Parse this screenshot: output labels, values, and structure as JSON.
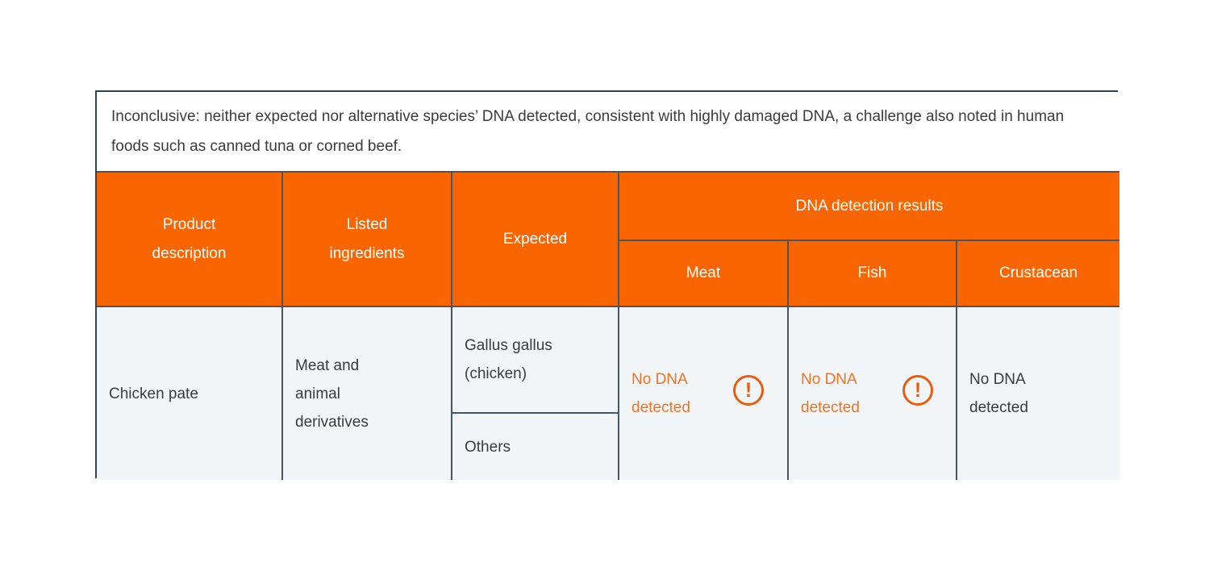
{
  "note": {
    "text": "Inconclusive: neither expected nor alternative species’ DNA detected, consistent with highly damaged DNA, a challenge also noted in human foods such as canned tuna or corned beef."
  },
  "header": {
    "product": "Product description",
    "ingredients": "Listed ingredients",
    "expected": "Expected",
    "dna_results": "DNA detection results",
    "meat": "Meat",
    "fish": "Fish",
    "crustacean": "Crustacean"
  },
  "row": {
    "product": "Chicken pate",
    "ingredients": "Meat and animal derivatives",
    "expected_primary": "Gallus gallus (chicken)",
    "expected_secondary": "Others",
    "meat": {
      "text": "No DNA detected",
      "warning": true
    },
    "fish": {
      "text": "No DNA detected",
      "warning": true
    },
    "crustacean": {
      "text": "No DNA detected",
      "warning": false
    }
  },
  "icons": {
    "warning_glyph": "!",
    "warning_name": "exclamation-circle-icon"
  },
  "colors": {
    "header_bg": "#f96500",
    "header_text": "#ffffff",
    "accent_text": "#f4711e",
    "icon_orange": "#e85c0c",
    "border_inner": "#475664",
    "border_outer": "#2e4451",
    "cell_bg": "#f2f5f8",
    "body_text": "#3b3b3b"
  }
}
